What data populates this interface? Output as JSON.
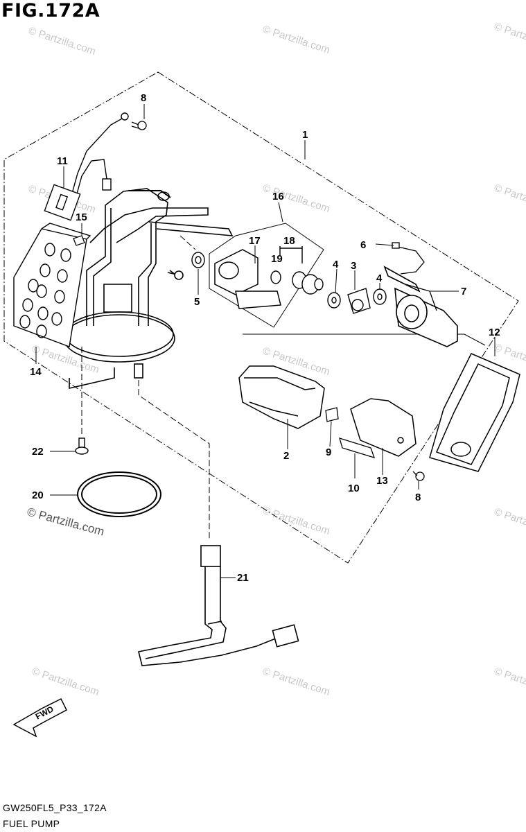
{
  "figure": {
    "title": "FIG.172A",
    "code": "GW250FL5_P33_172A",
    "name": "FUEL PUMP"
  },
  "watermark": {
    "text": "© Partzilla.com",
    "main_text": "© Partzilla.com"
  },
  "fwd_label": "FWD",
  "parts": [
    {
      "num": "1"
    },
    {
      "num": "2"
    },
    {
      "num": "3"
    },
    {
      "num": "4"
    },
    {
      "num": "4"
    },
    {
      "num": "5"
    },
    {
      "num": "6"
    },
    {
      "num": "7"
    },
    {
      "num": "8"
    },
    {
      "num": "8"
    },
    {
      "num": "9"
    },
    {
      "num": "10"
    },
    {
      "num": "11"
    },
    {
      "num": "12"
    },
    {
      "num": "13"
    },
    {
      "num": "14"
    },
    {
      "num": "15"
    },
    {
      "num": "16"
    },
    {
      "num": "17"
    },
    {
      "num": "18"
    },
    {
      "num": "19"
    },
    {
      "num": "20"
    },
    {
      "num": "21"
    },
    {
      "num": "22"
    }
  ],
  "colors": {
    "line": "#000000",
    "watermark": "#c9c9c9",
    "background": "#ffffff"
  }
}
